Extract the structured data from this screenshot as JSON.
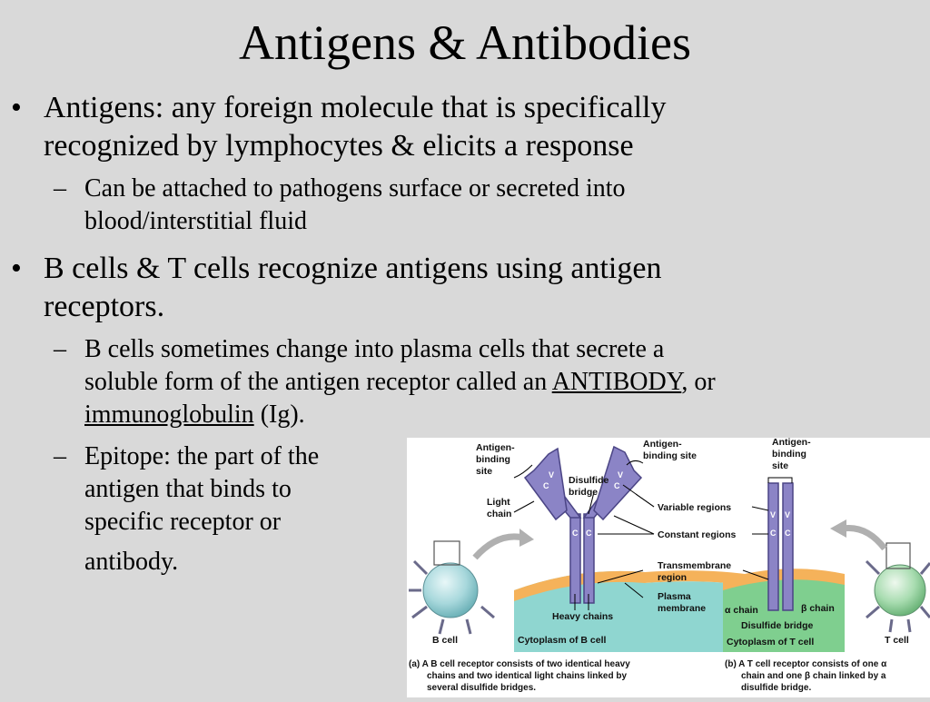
{
  "slide": {
    "title": "Antigens & Antibodies",
    "bullets": [
      {
        "symbol": "•",
        "line1": "Antigens: any foreign molecule that is specifically",
        "line2": "recognized by lymphocytes & elicits a response",
        "sub": {
          "symbol": "–",
          "line1": "Can be attached to pathogens surface or secreted into",
          "line2": "blood/interstitial fluid"
        }
      },
      {
        "symbol": "•",
        "line1": "B cells & T cells recognize antigens using antigen",
        "line2": "receptors.",
        "subs": [
          {
            "symbol": "–",
            "line1": "B cells sometimes change into plasma cells that secrete a",
            "line2_pre": "soluble form of the antigen receptor called an ",
            "line2_u": "ANTIBODY",
            "line2_post": ", or",
            "line3_u": "immunoglobulin",
            "line3_post": " (Ig)."
          },
          {
            "symbol": "–",
            "lines": [
              "Epitope: the part of the",
              "antigen that binds to",
              "specific receptor or"
            ],
            "last": "antibody."
          }
        ]
      }
    ]
  },
  "figure": {
    "labels": {
      "antigen_binding_site_left": [
        "Antigen-",
        "binding",
        "site"
      ],
      "antigen_binding_site_mid": [
        "Antigen-",
        "binding site"
      ],
      "antigen_binding_site_right": [
        "Antigen-",
        "binding",
        "site"
      ],
      "disulfide_bridge": [
        "Disulfide",
        "bridge"
      ],
      "light_chain": [
        "Light",
        "chain"
      ],
      "variable_regions": "Variable regions",
      "constant_regions": "Constant regions",
      "transmembrane_region": [
        "Transmembrane",
        "region"
      ],
      "plasma_membrane": [
        "Plasma",
        "membrane"
      ],
      "heavy_chains": "Heavy chains",
      "cytoplasm_b": "Cytoplasm of B cell",
      "alpha_chain": "α chain",
      "beta_chain": "β chain",
      "disulfide_bridge_t": "Disulfide bridge",
      "cytoplasm_t": "Cytoplasm of T cell",
      "b_cell": "B cell",
      "t_cell": "T cell",
      "domain_v": "V",
      "domain_c": "C"
    },
    "caption_a": [
      "(a)  A B cell receptor consists of two identical heavy",
      "chains and two identical light chains linked by",
      "several disulfide bridges."
    ],
    "caption_b": [
      "(b)  A T cell receptor consists of one α",
      "chain and one β chain linked by a",
      "disulfide bridge."
    ]
  },
  "colors": {
    "background": "#d9d9d9",
    "membrane": "#f5b25a",
    "cytoplasm_b": "#8fd6d0",
    "cytoplasm_t": "#7fcf8f",
    "chain": "#8b84c6",
    "cell_body": "#a8d8dc"
  }
}
